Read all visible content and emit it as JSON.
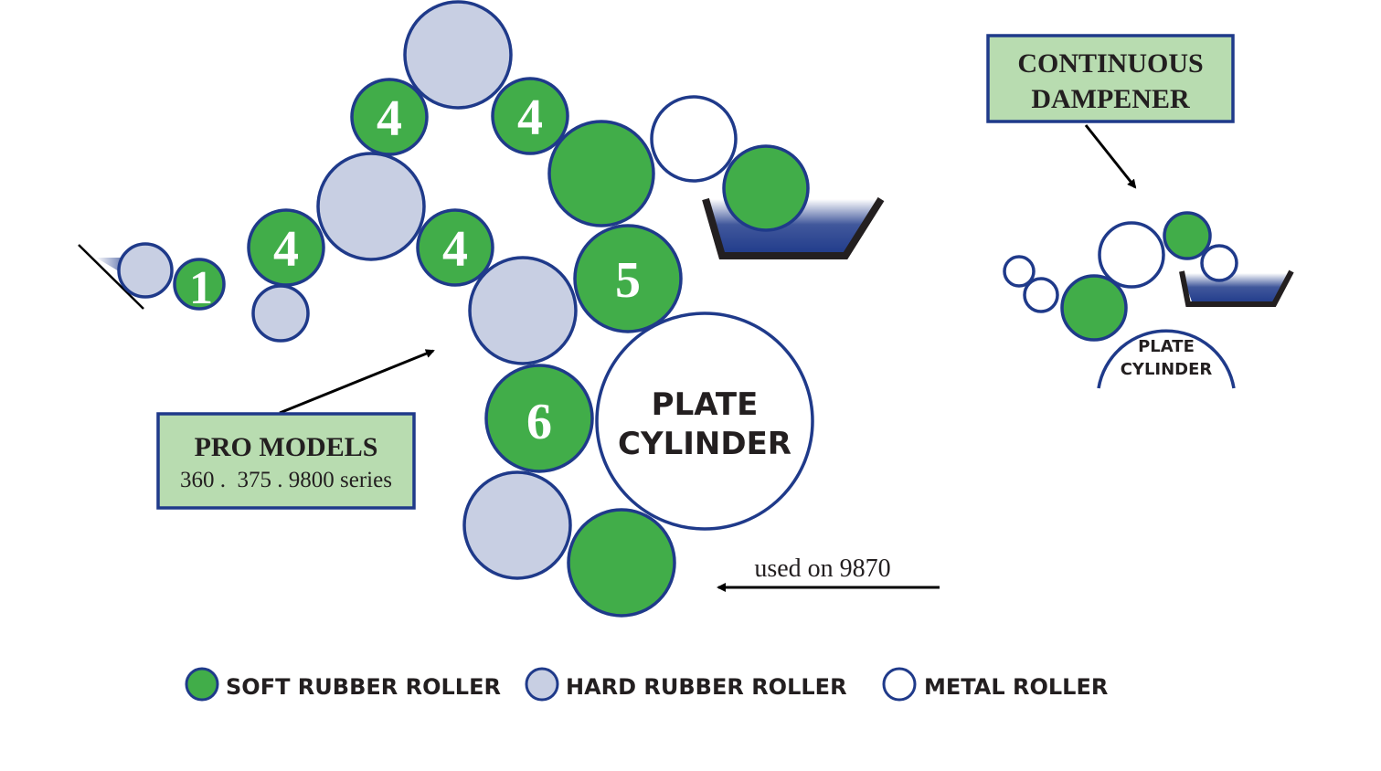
{
  "colors": {
    "soft_rubber": "#41ad49",
    "hard_rubber": "#c8cfe3",
    "metal": "#ffffff",
    "outline": "#1f3a8a",
    "tray_blue": "#1f3a8a",
    "callout_fill": "#b8dcb0",
    "callout_border": "#1f3a8a",
    "text_dark": "#231f20"
  },
  "labels": {
    "roller_1": "1",
    "roller_4a": "4",
    "roller_4b": "4",
    "roller_4c": "4",
    "roller_4d": "4",
    "roller_5": "5",
    "roller_6": "6",
    "plate_cylinder_line1": "PLATE",
    "plate_cylinder_line2": "CYLINDER",
    "small_plate_line1": "PLATE",
    "small_plate_line2": "CYLINDER"
  },
  "callouts": {
    "pro_models_title": "PRO MODELS",
    "pro_models_series": "360 .  375 . 9800 series",
    "continuous_line1": "CONTINUOUS",
    "continuous_line2": "DAMPENER",
    "used_on": "used on 9870"
  },
  "legend": {
    "soft": "SOFT RUBBER ROLLER",
    "hard": "HARD RUBBER ROLLER",
    "metal": "METAL ROLLER"
  }
}
